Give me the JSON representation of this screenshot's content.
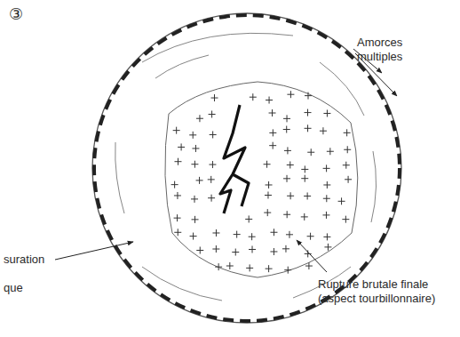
{
  "diagram": {
    "labels": [
      "③",
      "Amorces multiples",
      "Rupture brutale finale (aspect tourbillonnaire)",
      "suration",
      "que"
    ]
  }
}
